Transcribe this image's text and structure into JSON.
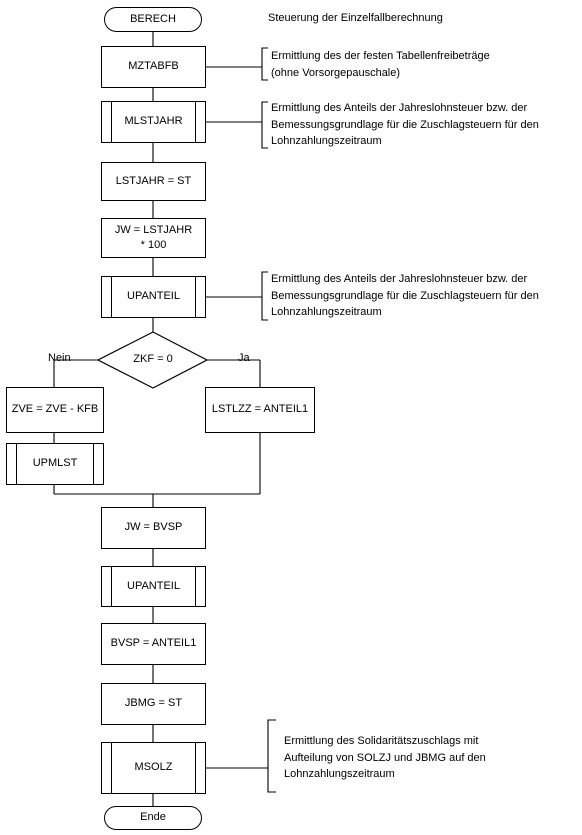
{
  "title_note": "Steuerung der Einzelfallberechnung",
  "start": "BERECH",
  "end": "Ende",
  "steps": {
    "mztabfb": "MZTABFB",
    "mlstjahr": "MLSTJAHR",
    "lstjahr_st": "LSTJAHR = ST",
    "jw_line1": "JW = LSTJAHR",
    "jw_line2": "* 100",
    "upanteil1": "UPANTEIL",
    "zve_kfb": "ZVE = ZVE -  KFB",
    "upmlst": "UPMLST",
    "lstlzz": "LSTLZZ = ANTEIL1",
    "jw_bvsp": "JW = BVSP",
    "upanteil2": "UPANTEIL",
    "bvsp_anteil": "BVSP = ANTEIL1",
    "jbmg_st": "JBMG = ST",
    "msolz": "MSOLZ"
  },
  "decision": {
    "condition": "ZKF = 0",
    "no_label": "Nein",
    "yes_label": "Ja"
  },
  "notes": {
    "mztabfb": [
      "Ermittlung des der festen Tabellenfreibeträge",
      "(ohne Vorsorgepauschale)"
    ],
    "mlstjahr": [
      "Ermittlung des Anteils der Jahreslohnsteuer bzw. der",
      "Bemessungsgrundlage für die Zuschlagsteuern für den",
      "Lohnzahlungszeitraum"
    ],
    "upanteil": [
      "Ermittlung des Anteils der Jahreslohnsteuer bzw. der",
      "Bemessungsgrundlage für die Zuschlagsteuern für den",
      "Lohnzahlungszeitraum"
    ],
    "msolz": [
      "Ermittlung des Solidaritätszuschlags mit",
      " Aufteilung von SOLZJ und JBMG auf den",
      "Lohnzahlungszeitraum"
    ]
  }
}
